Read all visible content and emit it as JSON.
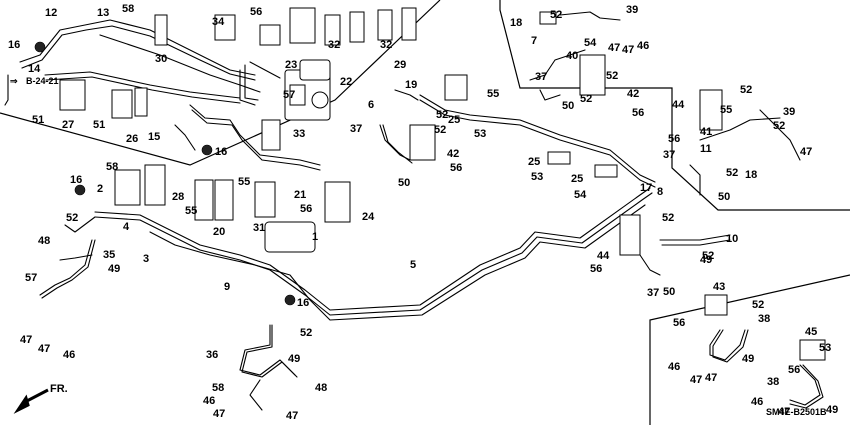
{
  "diagram_code": "SM4E-B2501B",
  "reference_text": "B-24-21",
  "direction_label": "FR.",
  "callouts": [
    {
      "n": "1"
    },
    {
      "n": "2"
    },
    {
      "n": "3"
    },
    {
      "n": "4"
    },
    {
      "n": "5"
    },
    {
      "n": "6"
    },
    {
      "n": "7"
    },
    {
      "n": "8"
    },
    {
      "n": "9"
    },
    {
      "n": "10"
    },
    {
      "n": "11"
    },
    {
      "n": "12"
    },
    {
      "n": "13"
    },
    {
      "n": "14"
    },
    {
      "n": "15"
    },
    {
      "n": "16"
    },
    {
      "n": "16"
    },
    {
      "n": "16"
    },
    {
      "n": "16"
    },
    {
      "n": "17"
    },
    {
      "n": "18"
    },
    {
      "n": "18"
    },
    {
      "n": "19"
    },
    {
      "n": "20"
    },
    {
      "n": "21"
    },
    {
      "n": "22"
    },
    {
      "n": "23"
    },
    {
      "n": "24"
    },
    {
      "n": "25"
    },
    {
      "n": "25"
    },
    {
      "n": "25"
    },
    {
      "n": "26"
    },
    {
      "n": "27"
    },
    {
      "n": "28"
    },
    {
      "n": "29"
    },
    {
      "n": "30"
    },
    {
      "n": "31"
    },
    {
      "n": "32"
    },
    {
      "n": "32"
    },
    {
      "n": "33"
    },
    {
      "n": "34"
    },
    {
      "n": "35"
    },
    {
      "n": "36"
    },
    {
      "n": "37"
    },
    {
      "n": "37"
    },
    {
      "n": "37"
    },
    {
      "n": "37"
    },
    {
      "n": "38"
    },
    {
      "n": "38"
    },
    {
      "n": "39"
    },
    {
      "n": "39"
    },
    {
      "n": "40"
    },
    {
      "n": "41"
    },
    {
      "n": "42"
    },
    {
      "n": "42"
    },
    {
      "n": "43"
    },
    {
      "n": "44"
    },
    {
      "n": "44"
    },
    {
      "n": "45"
    },
    {
      "n": "46"
    },
    {
      "n": "46"
    },
    {
      "n": "46"
    },
    {
      "n": "46"
    },
    {
      "n": "46"
    },
    {
      "n": "47"
    },
    {
      "n": "47"
    },
    {
      "n": "47"
    },
    {
      "n": "47"
    },
    {
      "n": "47"
    },
    {
      "n": "47"
    },
    {
      "n": "47"
    },
    {
      "n": "47"
    },
    {
      "n": "47"
    },
    {
      "n": "47"
    },
    {
      "n": "48"
    },
    {
      "n": "48"
    },
    {
      "n": "49"
    },
    {
      "n": "49"
    },
    {
      "n": "49"
    },
    {
      "n": "49"
    },
    {
      "n": "49"
    },
    {
      "n": "50"
    },
    {
      "n": "50"
    },
    {
      "n": "50"
    },
    {
      "n": "50"
    },
    {
      "n": "51"
    },
    {
      "n": "51"
    },
    {
      "n": "52"
    },
    {
      "n": "52"
    },
    {
      "n": "52"
    },
    {
      "n": "52"
    },
    {
      "n": "52"
    },
    {
      "n": "52"
    },
    {
      "n": "52"
    },
    {
      "n": "52"
    },
    {
      "n": "52"
    },
    {
      "n": "52"
    },
    {
      "n": "52"
    },
    {
      "n": "52"
    },
    {
      "n": "52"
    },
    {
      "n": "53"
    },
    {
      "n": "53"
    },
    {
      "n": "53"
    },
    {
      "n": "54"
    },
    {
      "n": "54"
    },
    {
      "n": "55"
    },
    {
      "n": "55"
    },
    {
      "n": "55"
    },
    {
      "n": "55"
    },
    {
      "n": "56"
    },
    {
      "n": "56"
    },
    {
      "n": "56"
    },
    {
      "n": "56"
    },
    {
      "n": "56"
    },
    {
      "n": "56"
    },
    {
      "n": "56"
    },
    {
      "n": "56"
    },
    {
      "n": "57"
    },
    {
      "n": "57"
    },
    {
      "n": "58"
    },
    {
      "n": "58"
    },
    {
      "n": "58"
    }
  ]
}
